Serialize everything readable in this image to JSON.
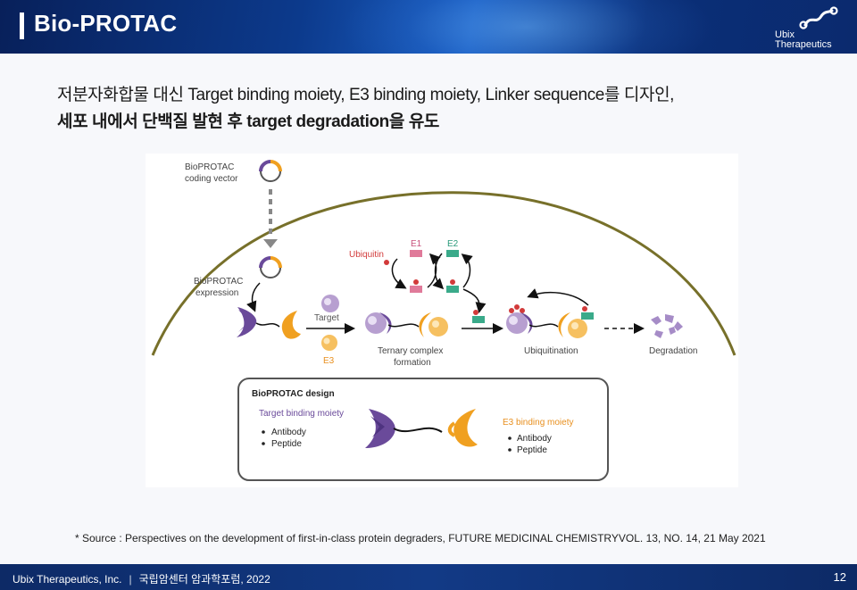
{
  "header": {
    "title": "Bio-PROTAC",
    "logo": {
      "name_line1": "Ubix",
      "name_line2": "Therapeutics"
    }
  },
  "intro": {
    "line1": "저분자화합물 대신 Target binding moiety, E3 binding moiety, Linker sequence를 디자인,",
    "line2": "세포 내에서 단백질 발현 후 target degradation을 유도"
  },
  "figure": {
    "vector_label_1": "BioPROTAC",
    "vector_label_2": "coding vector",
    "expression_label_1": "BioPROTAC",
    "expression_label_2": "expression",
    "ubiquitin_label": "Ubiquitin",
    "e1_label": "E1",
    "e2_label": "E2",
    "target_label": "Target",
    "e3_label": "E3",
    "ternary_label_1": "Ternary complex",
    "ternary_label_2": "formation",
    "ubiquitination_label": "Ubiquitination",
    "degradation_label": "Degradation",
    "design": {
      "title": "BioPROTAC design",
      "target_heading": "Target binding moiety",
      "target_items": [
        "Antibody",
        "Peptide"
      ],
      "e3_heading": "E3 binding moiety",
      "e3_items": [
        "Antibody",
        "Peptide"
      ]
    },
    "colors": {
      "purple": "#6a4a9a",
      "orange": "#f0a020",
      "membrane": "#77702a",
      "ubiquitin": "#d23a3a",
      "e1": "#e07a9a",
      "e2": "#3aaa8a"
    }
  },
  "source": "* Source : Perspectives on the development of first-in-class protein degraders, FUTURE MEDICINAL CHEMISTRYVOL. 13, NO. 14, 21 May 2021",
  "footer": {
    "company": "Ubix Therapeutics, Inc.",
    "separator": "|",
    "event": "국립암센터 암과학포럼, 2022",
    "page": "12"
  }
}
